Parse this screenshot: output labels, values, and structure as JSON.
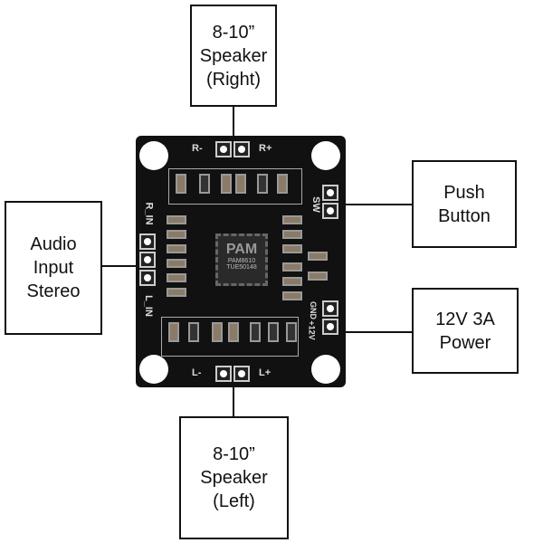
{
  "labels": {
    "top": [
      "8-10”",
      "Speaker",
      "(Right)"
    ],
    "left": [
      "Audio",
      "Input",
      "Stereo"
    ],
    "push": [
      "Push",
      "Button"
    ],
    "power": [
      "12V 3A",
      "Power"
    ],
    "bottom": [
      "8-10”",
      "Speaker",
      "(Left)"
    ]
  },
  "board": {
    "r_minus": "R-",
    "r_plus": "R+",
    "l_minus": "L-",
    "l_plus": "L+",
    "r_in": "R_IN",
    "l_in": "L_IN",
    "sw": "SW",
    "gnd": "GND",
    "v12": "+12V",
    "chip_logo": "PAM",
    "chip_model": "PAM8610",
    "chip_code": "TUE50148"
  }
}
